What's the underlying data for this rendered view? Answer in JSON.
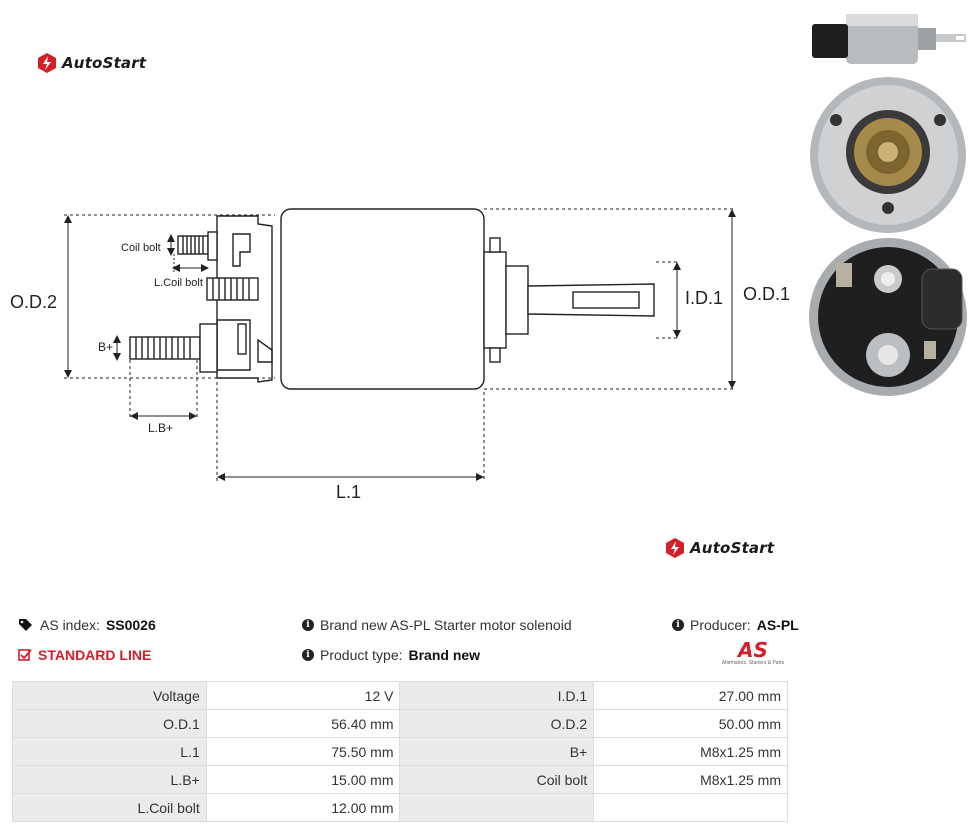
{
  "brand": {
    "name": "AutoStart"
  },
  "diagram": {
    "labels": {
      "od2": "O.D.2",
      "od1": "O.D.1",
      "id1": "I.D.1",
      "l1": "L.1",
      "coil_bolt": "Coil bolt",
      "l_coil_bolt": "L.Coil bolt",
      "b_plus": "B+",
      "l_b_plus": "L.B+"
    }
  },
  "info": {
    "index_label": "AS index:",
    "index_value": "SS0026",
    "description": "Brand new AS-PL Starter motor solenoid",
    "producer_label": "Producer:",
    "producer_value": "AS-PL",
    "line": "STANDARD LINE",
    "type_label": "Product type:",
    "type_value": "Brand new",
    "producer_logo_mark": "AS",
    "producer_logo_sub": "Alternators, Starters & Parts"
  },
  "specs": [
    {
      "l1": "Voltage",
      "v1": "12 V",
      "l2": "I.D.1",
      "v2": "27.00 mm"
    },
    {
      "l1": "O.D.1",
      "v1": "56.40 mm",
      "l2": "O.D.2",
      "v2": "50.00 mm"
    },
    {
      "l1": "L.1",
      "v1": "75.50 mm",
      "l2": "B+",
      "v2": "M8x1.25 mm"
    },
    {
      "l1": "L.B+",
      "v1": "15.00 mm",
      "l2": "Coil bolt",
      "v2": "M8x1.25 mm"
    },
    {
      "l1": "L.Coil bolt",
      "v1": "12.00 mm",
      "l2": "",
      "v2": ""
    }
  ],
  "colors": {
    "accent": "#d2202b",
    "table_label_bg": "#ebebeb"
  }
}
